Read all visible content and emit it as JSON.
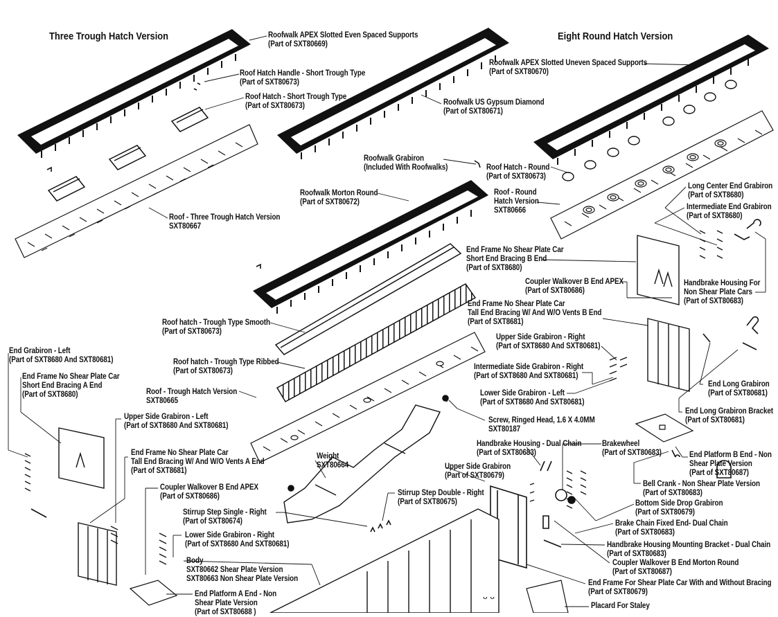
{
  "headings": {
    "left": "Three Trough Hatch Version",
    "right": "Eight Round Hatch Version"
  },
  "labels": {
    "roofwalk_apex_even": [
      "Roofwalk APEX Slotted Even Spaced Supports",
      "(Part of SXT80669)"
    ],
    "roof_hatch_handle": [
      "Roof Hatch Handle - Short Trough Type",
      "(Part of SXT80673)"
    ],
    "roof_hatch_short": [
      "Roof Hatch - Short Trough Type",
      "(Part of SXT80673)"
    ],
    "roof_three_trough": [
      "Roof - Three Trough Hatch Version",
      "SXT80667"
    ],
    "roofwalk_us_gypsum": [
      "Roofwalk US Gypsum Diamond",
      "(Part of SXT80671)"
    ],
    "roofwalk_apex_uneven": [
      "Roofwalk APEX Slotted Uneven Spaced Supports",
      "(Part of SXT80670)"
    ],
    "roofwalk_grabiron": [
      "Roofwalk Grabiron",
      "(Included With Roofwalks)"
    ],
    "roof_hatch_round": [
      "Roof Hatch - Round",
      "(Part of SXT80673)"
    ],
    "roof_round_hatch": [
      "Roof - Round",
      "Hatch Version",
      "SXT80666"
    ],
    "roofwalk_morton": [
      "Roofwalk Morton Round",
      "(Part of SXT80672)"
    ],
    "long_center_grabiron": [
      "Long Center End Grabiron",
      "(Part of SXT8680)"
    ],
    "intermediate_end_grabiron": [
      "Intermediate End Grabiron",
      "(Part of SXT8680)"
    ],
    "end_frame_short_b": [
      "End Frame No Shear Plate Car",
      "Short End Bracing B End",
      "(Part of SXT8680)"
    ],
    "coupler_walkover_b_apex_top": [
      "Coupler Walkover B End APEX",
      "(Part of SXT80686)"
    ],
    "handbrake_housing_non_shear": [
      "Handbrake Housing For",
      "Non Shear Plate Cars",
      "(Part of SXT80683)"
    ],
    "end_frame_tall_b": [
      "End Frame No Shear Plate Car",
      "Tall End Bracing W/ And W/O Vents B End",
      "(Part of SXT8681)"
    ],
    "roof_hatch_trough_smooth": [
      "Roof hatch - Trough Type Smooth",
      "(Part of SXT80673)"
    ],
    "upper_side_grabiron_right": [
      "Upper Side Grabiron - Right",
      "(Part of SXT8680 And SXT80681)"
    ],
    "roof_hatch_trough_ribbed": [
      "Roof hatch - Trough Type Ribbed",
      "(Part of SXT80673)"
    ],
    "intermediate_side_grabiron_right": [
      "Intermediate Side Grabiron - Right",
      "(Part of SXT8680 And SXT80681)"
    ],
    "end_long_grabiron": [
      "End Long Grabiron",
      "(Part of SXT80681)"
    ],
    "roof_trough_hatch": [
      "Roof - Trough Hatch Version",
      "SXT80665"
    ],
    "lower_side_grabiron_left": [
      "Lower Side Grabiron - Left",
      "(Part of SXT8680 And SXT80681)"
    ],
    "end_long_grabiron_bracket": [
      "End Long Grabiron Bracket",
      "(Part of SXT80681)"
    ],
    "end_grabiron_left": [
      "End Grabiron - Left",
      "(Part of SXT8680 And SXT80681)"
    ],
    "end_frame_short_a": [
      "End Frame No Shear Plate Car",
      "Short End Bracing A End",
      "(Part of SXT8680)"
    ],
    "screw_ringed": [
      "Screw, Ringed Head, 1.6 X 4.0MM",
      "SXT80187"
    ],
    "upper_side_grabiron_left": [
      "Upper Side Grabiron - Left",
      "(Part of SXT8680 And SXT80681)"
    ],
    "handbrake_dual_chain": [
      "Handbrake Housing - Dual Chain",
      "(Part of SXT80683)"
    ],
    "brakewheel": [
      "Brakewheel",
      "(Part of SXT80683)"
    ],
    "end_platform_b": [
      "End Platform B End - Non",
      "Shear Plate Version",
      "(Part of SXT80687)"
    ],
    "end_frame_tall_a": [
      "End Frame No Shear Plate Car",
      "Tall End Bracing W/ And W/O Vents A End",
      "(Part of SXT8681)"
    ],
    "weight": [
      "Weight",
      "SXT80664"
    ],
    "upper_side_grabiron": [
      "Upper Side Grabiron",
      "(Part of SXT80679)"
    ],
    "bell_crank": [
      "Bell Crank - Non Shear Plate Version",
      "(Part of SXT80683)"
    ],
    "stirrup_double_right": [
      "Stirrup Step Double - Right",
      "(Part of SXT80675)"
    ],
    "coupler_walkover_b_apex_left": [
      "Coupler Walkover B End APEX",
      "(Part of SXT80686)"
    ],
    "bottom_side_drop_grabiron": [
      "Bottom Side Drop Grabiron",
      "(Part of SXT80679)"
    ],
    "stirrup_single_right": [
      "Stirrup Step Single - Right",
      "(Part of SXT80674)"
    ],
    "brake_chain_fixed_end": [
      "Brake Chain Fixed End- Dual Chain",
      "(Part of SXT80683)"
    ],
    "lower_side_grabiron_right": [
      "Lower Side Grabiron - Right",
      "(Part of SXT8680 And SXT80681)"
    ],
    "handbrake_mount_bracket": [
      "Handbrake Housing Mounting Bracket - Dual Chain",
      "(Part of SXT80683)"
    ],
    "coupler_walkover_morton": [
      "Coupler Walkover B End Morton Round",
      "(Part of SXT80687)"
    ],
    "body": [
      "Body",
      "SXT80662 Shear Plate Version",
      "SXT80663 Non Shear Plate Version"
    ],
    "end_frame_shear_plate": [
      "End Frame For Shear Plate Car With and Without Bracing",
      "(Part of SXT80679)"
    ],
    "end_platform_a": [
      "End Platform A End - Non",
      "Shear Plate Version",
      "(Part of SXT80688 )"
    ],
    "placard_staley": [
      "Placard For Staley"
    ]
  }
}
